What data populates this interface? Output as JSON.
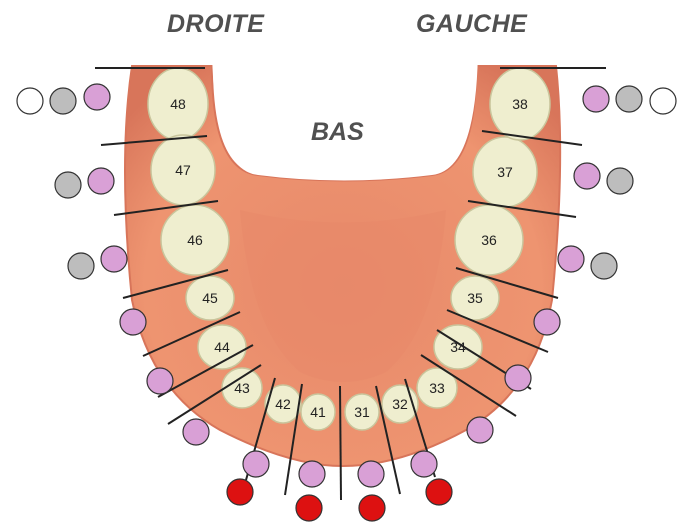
{
  "labels": {
    "right_side": "DROITE",
    "left_side": "GAUCHE",
    "arch": "BAS"
  },
  "colors": {
    "gum": "#ee9470",
    "gum_inner": "#d8755a",
    "palate": "#e7896a",
    "tooth": "#efeecf",
    "tooth_edge": "#c9c59c",
    "white_marker": "#ffffff",
    "grey_marker": "#bdbdbd",
    "pink_marker": "#d9a0d6",
    "red_marker": "#dd1111",
    "outline": "#333333",
    "line": "#222222"
  },
  "teeth": [
    {
      "id": "48",
      "markers": [
        "white",
        "grey",
        "pink"
      ]
    },
    {
      "id": "47",
      "markers": [
        "grey",
        "pink"
      ]
    },
    {
      "id": "46",
      "markers": [
        "grey",
        "pink"
      ]
    },
    {
      "id": "45",
      "markers": [
        "pink"
      ]
    },
    {
      "id": "44",
      "markers": [
        "pink"
      ]
    },
    {
      "id": "43",
      "markers": [
        "pink"
      ]
    },
    {
      "id": "42",
      "markers": [
        "pink",
        "red"
      ]
    },
    {
      "id": "41",
      "markers": [
        "pink",
        "red"
      ]
    },
    {
      "id": "31",
      "markers": [
        "pink",
        "red"
      ]
    },
    {
      "id": "32",
      "markers": [
        "pink",
        "red"
      ]
    },
    {
      "id": "33",
      "markers": [
        "pink"
      ]
    },
    {
      "id": "34",
      "markers": [
        "pink"
      ]
    },
    {
      "id": "35",
      "markers": [
        "pink"
      ]
    },
    {
      "id": "36",
      "markers": [
        "pink",
        "grey"
      ]
    },
    {
      "id": "37",
      "markers": [
        "pink",
        "grey"
      ]
    },
    {
      "id": "38",
      "markers": [
        "pink",
        "grey",
        "white"
      ]
    }
  ]
}
